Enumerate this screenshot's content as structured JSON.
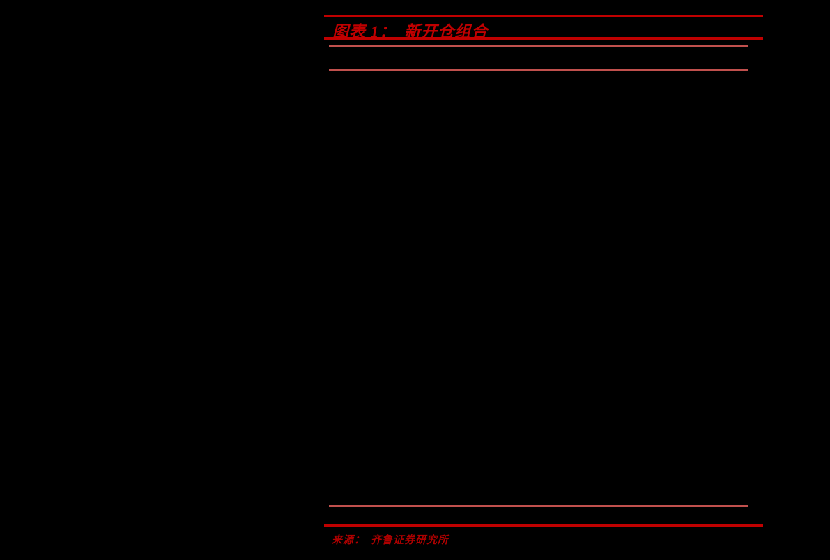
{
  "colors": {
    "background": "#000000",
    "primary_rule": "#C00000",
    "secondary_rule": "#C0504D",
    "title_text": "#C00000",
    "source_text": "#AD0000"
  },
  "figure": {
    "title_label": "图表 1：",
    "title_name": "新开仓组合",
    "source_label": "来源：",
    "source_name": "齐鲁证券研究所"
  }
}
